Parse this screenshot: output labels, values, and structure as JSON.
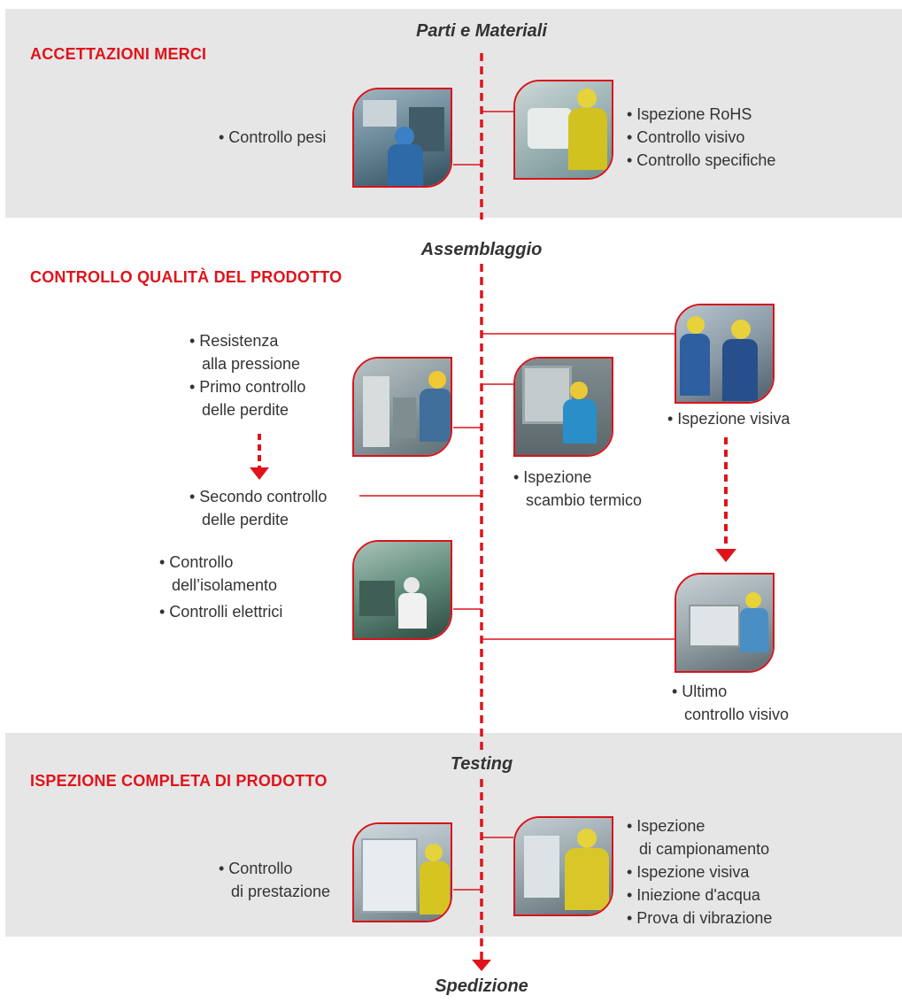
{
  "colors": {
    "accent": "#e0131b",
    "band": "#e6e6e6",
    "text": "#333333"
  },
  "stages": {
    "start": "Parti e Materiali",
    "assembly": "Assemblaggio",
    "testing": "Testing",
    "end": "Spedizione"
  },
  "sections": {
    "incoming": "ACCETTAZIONI MERCI",
    "quality": "CONTROLLO QUALITÀ DEL PRODOTTO",
    "inspection": "ISPEZIONE COMPLETA DI PRODOTTO"
  },
  "incoming": {
    "left": [
      "• Controllo pesi"
    ],
    "right": [
      "• Ispezione RoHS",
      "• Controllo visivo",
      "• Controllo specifiche"
    ]
  },
  "quality": {
    "pressure": [
      "• Resistenza",
      "alla pressione",
      "• Primo controllo",
      "delle perdite"
    ],
    "second_leak": [
      "• Secondo controllo",
      "delle perdite"
    ],
    "insulation": [
      "• Controllo",
      "dell’isolamento",
      "• Controlli  elettrici"
    ],
    "heat_exchange": [
      "• Ispezione",
      "scambio termico"
    ],
    "visual": [
      "• Ispezione visiva"
    ],
    "final_visual": [
      "• Ultimo",
      "controllo visivo"
    ]
  },
  "inspection": {
    "left": [
      "• Controllo",
      "di prestazione"
    ],
    "right": [
      "• Ispezione",
      "di campionamento",
      "• Ispezione visiva",
      "• Iniezione d'acqua",
      "• Prova di vibrazione"
    ]
  }
}
